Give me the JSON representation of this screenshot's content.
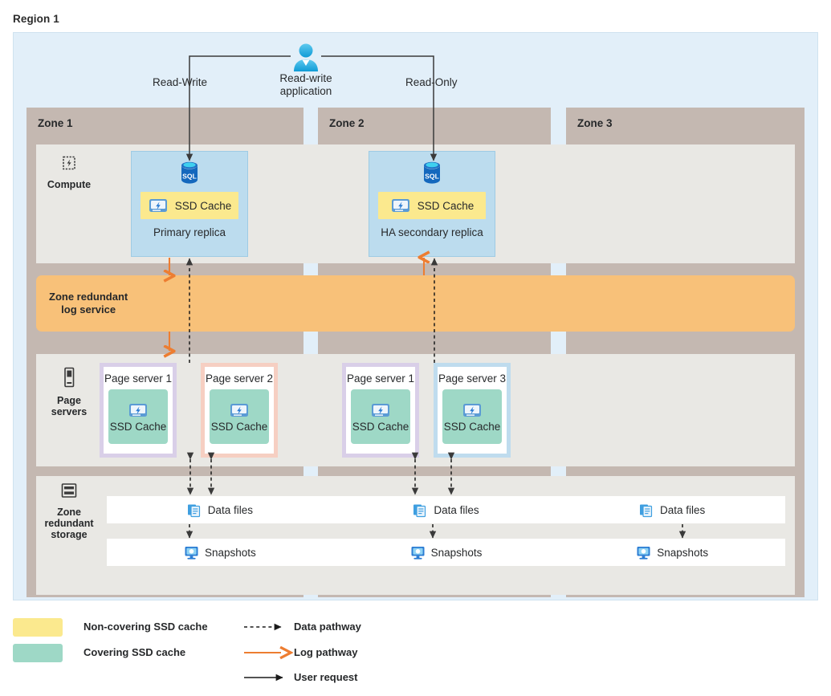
{
  "diagram": {
    "region_title": "Region 1"
  },
  "top": {
    "app_icon": "user-icon",
    "app_label": "Read-write\napplication",
    "app_label_line1": "Read-write",
    "app_label_line2": "application",
    "read_write_label": "Read-Write",
    "read_only_label": "Read-Only"
  },
  "zones": [
    {
      "name": "Zone 1"
    },
    {
      "name": "Zone 2"
    },
    {
      "name": "Zone 3"
    }
  ],
  "rails": [
    {
      "icon": "chip-icon",
      "label": "Compute",
      "lines": [
        "Compute"
      ]
    },
    {
      "icon": "server-icon",
      "label": "Page servers",
      "lines": [
        "Page",
        "servers"
      ]
    },
    {
      "icon": "storage-icon",
      "label": "Zone redundant storage",
      "lines": [
        "Zone",
        "redundant",
        "storage"
      ]
    }
  ],
  "compute": {
    "replicas": [
      {
        "id": "primary",
        "icon": "sql-database-icon",
        "cache_icon": "ssd-icon",
        "cache_label": "SSD Cache",
        "name": "Primary replica",
        "zone": "Zone 1"
      },
      {
        "id": "ha",
        "icon": "sql-database-icon",
        "cache_icon": "ssd-icon",
        "cache_label": "SSD Cache",
        "name": "HA secondary replica",
        "zone": "Zone 2"
      }
    ]
  },
  "log_service": {
    "label_line1": "Zone redundant",
    "label_line2": "log service",
    "color": "#f8c179"
  },
  "page_servers": [
    {
      "name": "Page server 1",
      "cache_icon": "ssd-icon",
      "cache_label": "SSD Cache",
      "border": "purple",
      "zone": "Zone 1"
    },
    {
      "name": "Page server 2",
      "cache_icon": "ssd-icon",
      "cache_label": "SSD Cache",
      "border": "pink",
      "zone": "Zone 1"
    },
    {
      "name": "Page server 1",
      "cache_icon": "ssd-icon",
      "cache_label": "SSD Cache",
      "border": "purple",
      "zone": "Zone 2"
    },
    {
      "name": "Page server 3",
      "cache_icon": "ssd-icon",
      "cache_label": "SSD Cache",
      "border": "blue",
      "zone": "Zone 2"
    }
  ],
  "storage": {
    "data_files": [
      {
        "icon": "data-files-icon",
        "label": "Data files"
      },
      {
        "icon": "data-files-icon",
        "label": "Data files"
      },
      {
        "icon": "data-files-icon",
        "label": "Data files"
      }
    ],
    "snapshots": [
      {
        "icon": "snapshot-icon",
        "label": "Snapshots"
      },
      {
        "icon": "snapshot-icon",
        "label": "Snapshots"
      },
      {
        "icon": "snapshot-icon",
        "label": "Snapshots"
      }
    ]
  },
  "legend": {
    "non_covering_cache": "Non-covering SSD cache",
    "covering_cache": "Covering SSD cache",
    "data_pathway": "Data pathway",
    "log_pathway": "Log pathway",
    "user_request": "User request",
    "colors": {
      "non_covering": "#fbe98e",
      "covering": "#9ed8c6",
      "log_pathway": "#ed7d31",
      "data_pathway": "#1a1a1a",
      "user_request": "#1a1a1a"
    }
  }
}
